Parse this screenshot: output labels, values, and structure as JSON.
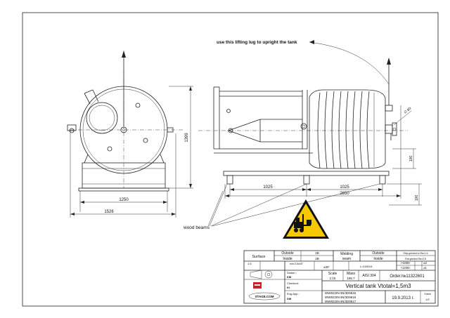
{
  "annotations": {
    "lifting_lug_note": "use this lifting lug to upright the tank",
    "wood_beams": "wood beams"
  },
  "dimensions": {
    "height_1399": "1399",
    "width_1250": "1250",
    "width_1526": "1526",
    "side_1025_left": "1025",
    "side_1025_right": "1025",
    "side_2650": "2650",
    "side_100_top": "100",
    "side_100_bottom": "100",
    "diameter_80": "∅ 80"
  },
  "title_block": {
    "surface_label": "Surface",
    "outside_label": "Outside",
    "inside_label": "Inside",
    "outside_value": "2B",
    "inside_value": "2B",
    "welding_label": "Welding",
    "seam_label": "seam",
    "weld_outside": "Outside",
    "weld_inside": "Inside",
    "strip_note": "Strip grinded to Ra<1.6",
    "flat_note": "Flat grinded Ra<0.8",
    "roughness": "1.6",
    "chamfer": "min.0.5x45°",
    "angle": "±30'",
    "length_tol": "L>1000±1",
    "over_1000": ">1000",
    "under_1000": "<1000",
    "tol_2": "±2",
    "tol_1": "±1",
    "drawn_label": "Drawn.:",
    "drawn_value": "KM",
    "checked_label": "Checked:",
    "checked_value": "KI",
    "eng_label": "Eng.App.:",
    "eng_value": "DM",
    "scale_label": "Scale",
    "scale_value": "1:15",
    "mass_label": "Mass",
    "mass_value": "185.7",
    "material": "AISI 304",
    "order": "Order.№11322601",
    "title": "Vertical tank Vtotal=1,5m3",
    "codes": [
      "WW9229V4N/3D9615",
      "WW9229V4N/3D9616",
      "WW9229V4N/3D9617"
    ],
    "date": "19.9.2013 г.",
    "sheet_label": "Sheet",
    "sheet_value": "1/2",
    "company": "STAGE.COM"
  },
  "colors": {
    "line": "#222222",
    "warning_yellow": "#f5c800",
    "warning_black": "#111111",
    "logo_red": "#c8202a"
  },
  "icons": {
    "warning_sign": "forklift-warning-icon",
    "logo": "company-logo-icon"
  }
}
